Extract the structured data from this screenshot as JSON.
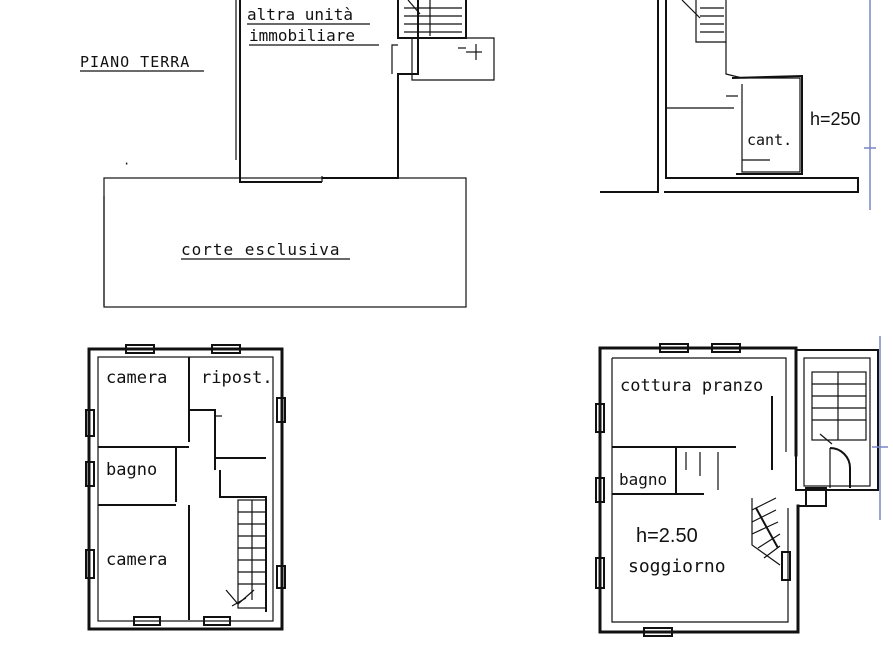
{
  "labels": {
    "piano_terra": "PIANO TERRA",
    "altra_unita_1": "altra unità",
    "altra_unita_2": "immobiliare",
    "corte_esclusiva": "corte esclusiva",
    "cantina": "cant.",
    "h_top": "h=250",
    "camera_1": "camera",
    "ripost": "ripost.",
    "bagno_left": "bagno",
    "camera_2": "camera",
    "cottura_pranzo": "cottura pranzo",
    "bagno_right": "bagno",
    "h_right": "h=2.50",
    "soggiorno": "soggiorno"
  },
  "colors": {
    "ink": "#111111",
    "margin_line": "#7a86c8",
    "paper": "#ffffff"
  }
}
